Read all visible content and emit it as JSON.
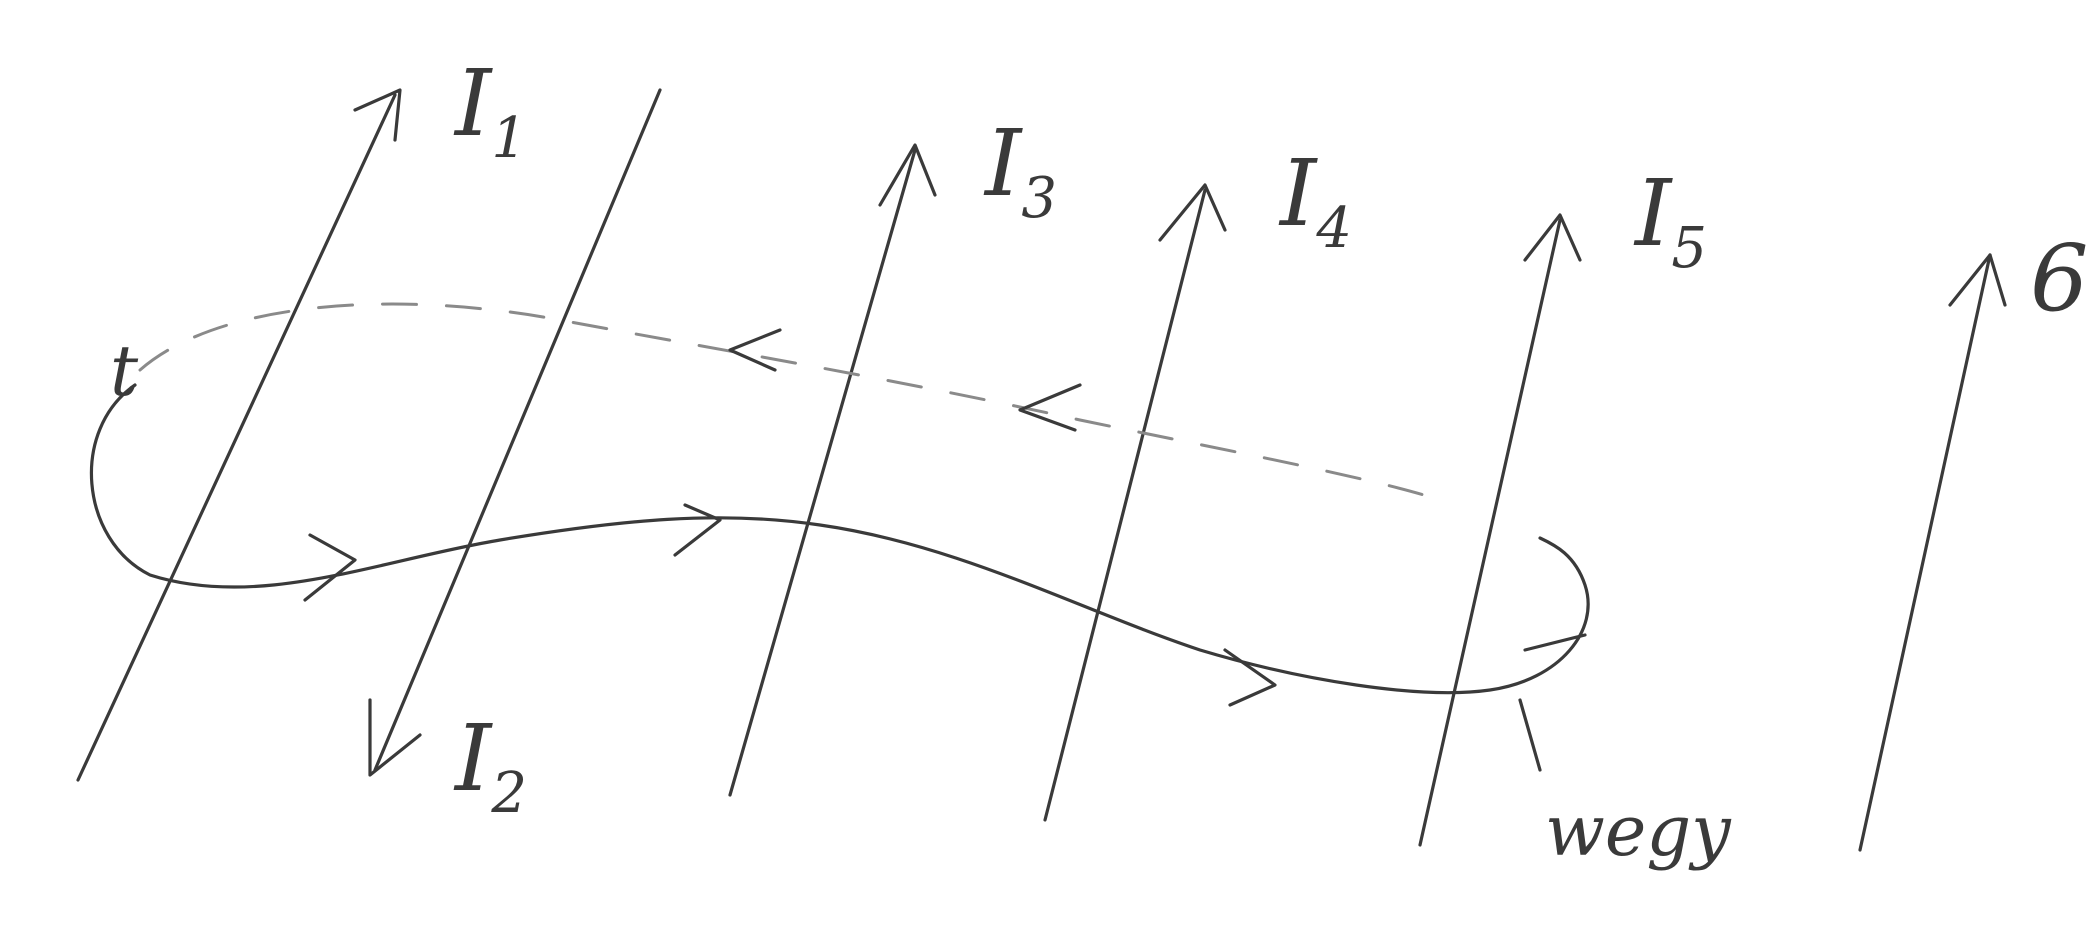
{
  "labels": {
    "I1": {
      "main": "I",
      "sub": "1"
    },
    "I2": {
      "main": "I",
      "sub": "2"
    },
    "I3": {
      "main": "I",
      "sub": "3"
    },
    "I4": {
      "main": "I",
      "sub": "4"
    },
    "I5": {
      "main": "I",
      "sub": "5"
    },
    "six": "6",
    "t": "t",
    "wegy": "wegy"
  },
  "colors": {
    "ink": "#3a3a3a",
    "dashed": "#8a8a8a",
    "background": "#ffffff"
  }
}
